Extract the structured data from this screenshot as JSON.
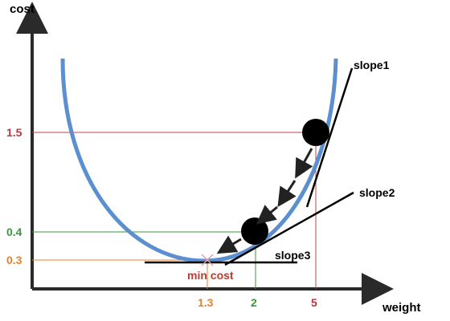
{
  "axes": {
    "y_label": "cost",
    "x_label": "weight"
  },
  "y_ticks": [
    {
      "label": "1.5",
      "color": "#b5363f"
    },
    {
      "label": "0.4",
      "color": "#3a9a3a"
    },
    {
      "label": "0.3",
      "color": "#e8822a"
    }
  ],
  "x_ticks": [
    {
      "label": "1.3",
      "color": "#e8822a"
    },
    {
      "label": "2",
      "color": "#3a9a3a"
    },
    {
      "label": "5",
      "color": "#b5363f"
    }
  ],
  "tangents": [
    {
      "label": "slope1"
    },
    {
      "label": "slope2"
    },
    {
      "label": "slope3"
    }
  ],
  "minimum": {
    "label": "min cost",
    "color": "#c0392b"
  },
  "colors": {
    "curve": "#5b8fd0",
    "ball": "#000000",
    "arrows": "#222222",
    "axis": "#2a2a2a"
  }
}
